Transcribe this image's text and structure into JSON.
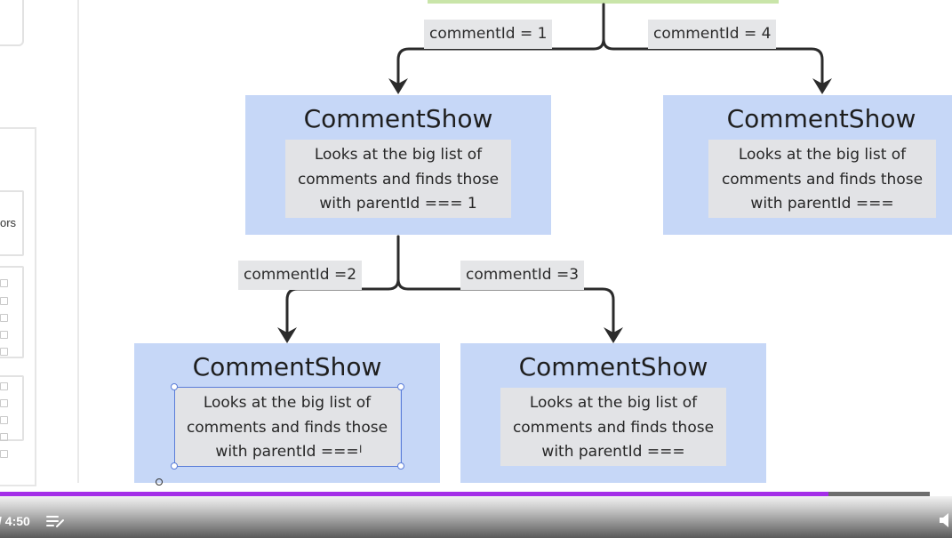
{
  "diagram": {
    "edges": [
      {
        "label": "commentId = 1"
      },
      {
        "label": "commentId = 4"
      },
      {
        "label": "commentId =2"
      },
      {
        "label": "commentId =3"
      }
    ],
    "nodes": [
      {
        "title": "CommentShow",
        "lines": [
          "Looks at the big list of",
          "comments and finds those",
          "with parentId === 1"
        ]
      },
      {
        "title": "CommentShow",
        "lines": [
          "Looks at the big list of",
          "comments and finds those",
          "with parentId ==="
        ]
      },
      {
        "title": "CommentShow",
        "lines": [
          "Looks at the big list of",
          "comments and finds those",
          "with parentId ==="
        ]
      },
      {
        "title": "CommentShow",
        "lines": [
          "Looks at the big list of",
          "comments and finds those",
          "with parentId ==="
        ]
      }
    ],
    "colors": {
      "node_fill": "#c6d7f7",
      "description_fill": "#e2e3e6",
      "label_fill": "#e5e6e8",
      "top_node_fill": "#c9e5a9",
      "connector": "#2b2b2b",
      "selection": "#5b7dd8"
    }
  },
  "left_panel": {
    "partial_text": "ors"
  },
  "player": {
    "time": "/ 4:50",
    "progress": 0.891,
    "progress_color": "#a42ee8",
    "icons": [
      "playlist-icon",
      "volume-icon"
    ]
  }
}
